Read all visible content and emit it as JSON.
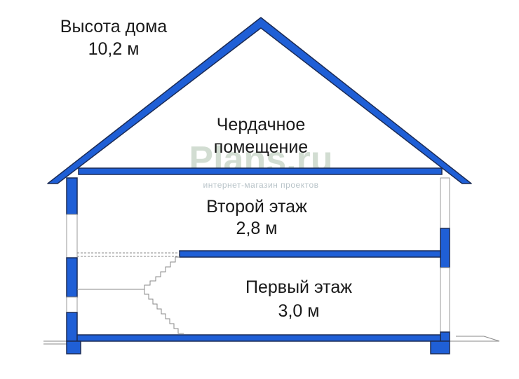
{
  "house_height": {
    "label": "Высота дома",
    "value": "10,2 м"
  },
  "attic": {
    "line1": "Чердачное",
    "line2": "помещение"
  },
  "second_floor": {
    "label": "Второй этаж",
    "height": "2,8 м"
  },
  "first_floor": {
    "label": "Первый этаж",
    "height": "3,0 м"
  },
  "watermark": {
    "logo": "Plans.ru",
    "tagline": "интернет-магазин проектов"
  },
  "colors": {
    "structure_fill": "#1f5fd6",
    "structure_outline": "#1b2b55",
    "window_fill": "#ffffff",
    "watermark_logo": "#cbd8cb",
    "watermark_text": "#b9c4c9"
  }
}
